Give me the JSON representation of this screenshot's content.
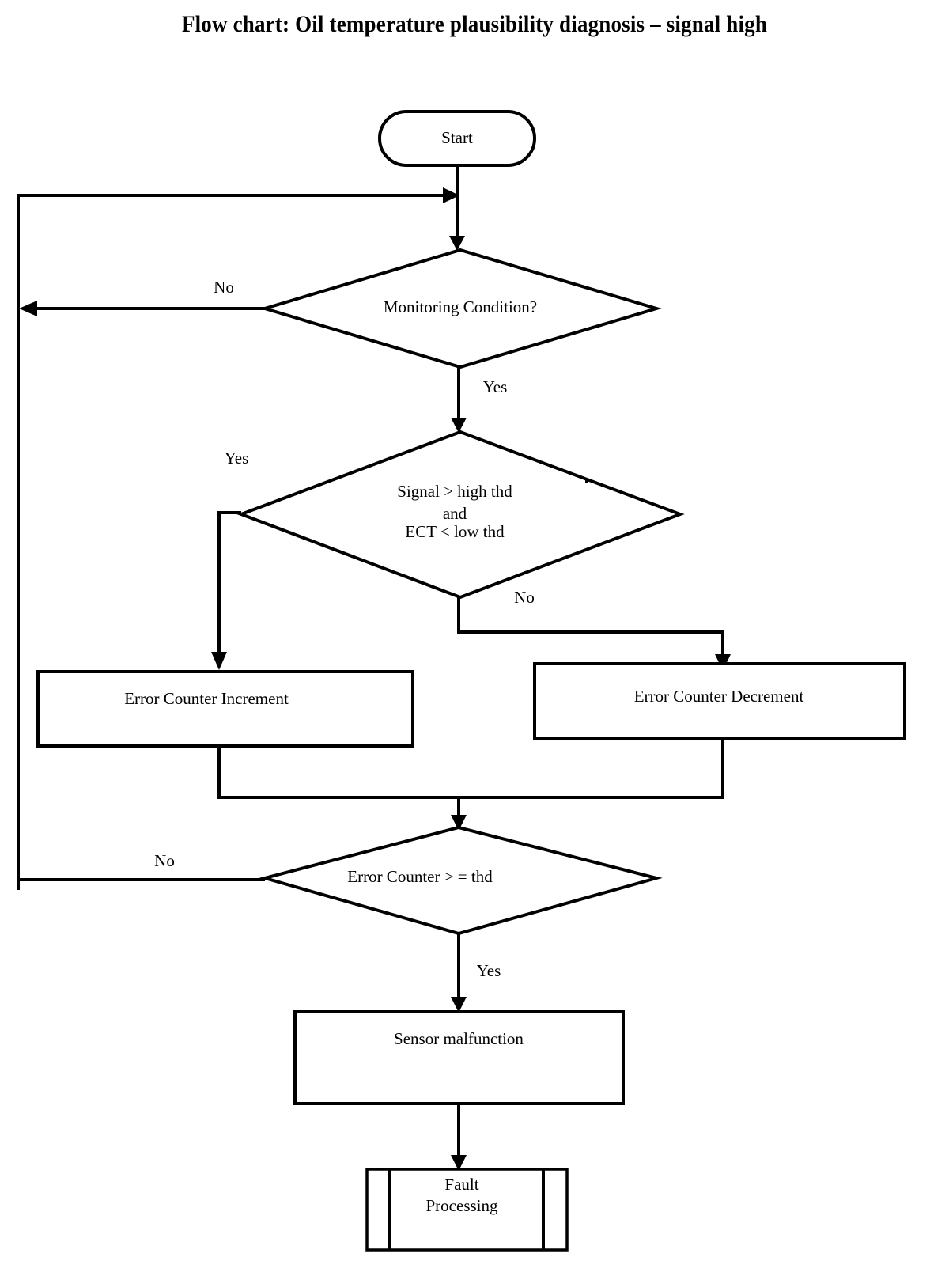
{
  "title": "Flow chart:  Oil temperature plausibility diagnosis – signal high",
  "diagram": {
    "type": "flowchart",
    "orientation": "top-to-bottom",
    "nodes": [
      {
        "id": "start",
        "shape": "terminator",
        "label": "Start"
      },
      {
        "id": "monitor",
        "shape": "decision",
        "label": "Monitoring Condition?"
      },
      {
        "id": "signal",
        "shape": "decision",
        "label_line1": "Signal > high thd",
        "label_line2": "and",
        "label_line3": "ECT < low thd"
      },
      {
        "id": "increment",
        "shape": "process",
        "label": "Error Counter Increment"
      },
      {
        "id": "decrement",
        "shape": "process",
        "label": "Error Counter Decrement"
      },
      {
        "id": "counter",
        "shape": "decision",
        "label": "Error Counter > = thd"
      },
      {
        "id": "malfunc",
        "shape": "process",
        "label": "Sensor malfunction"
      },
      {
        "id": "fault",
        "shape": "predefined-process",
        "label_line1": "Fault",
        "label_line2": "Processing"
      }
    ],
    "edges": [
      {
        "from": "start",
        "to": "monitor",
        "label": ""
      },
      {
        "from": "monitor",
        "to": "start_in",
        "label": "No"
      },
      {
        "from": "monitor",
        "to": "signal",
        "label": "Yes"
      },
      {
        "from": "signal",
        "to": "increment",
        "label": "Yes"
      },
      {
        "from": "signal",
        "to": "decrement",
        "label": "No"
      },
      {
        "from": "increment",
        "to": "counter",
        "label": ""
      },
      {
        "from": "decrement",
        "to": "counter",
        "label": ""
      },
      {
        "from": "counter",
        "to": "start_in",
        "label": "No"
      },
      {
        "from": "counter",
        "to": "malfunc",
        "label": "Yes"
      },
      {
        "from": "malfunc",
        "to": "fault",
        "label": ""
      }
    ],
    "edge_labels": {
      "monitor_no": "No",
      "monitor_yes": "Yes",
      "signal_yes": "Yes",
      "signal_no": "No",
      "counter_no": "No",
      "counter_yes": "Yes"
    },
    "colors": {
      "stroke": "#000000",
      "fill": "#ffffff",
      "text": "#000000",
      "background": "#ffffff"
    }
  }
}
